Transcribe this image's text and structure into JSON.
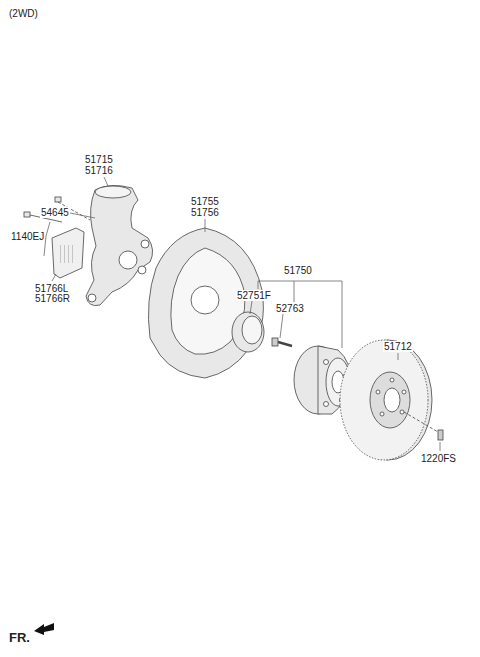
{
  "diagram": {
    "labels": [
      "(2WD)",
      "51715",
      "51716",
      "54645",
      "1140EJ",
      "51766L",
      "51766R",
      "51755",
      "51756",
      "51750",
      "52751F",
      "52763",
      "51712",
      "1220FS",
      "FR."
    ]
  }
}
